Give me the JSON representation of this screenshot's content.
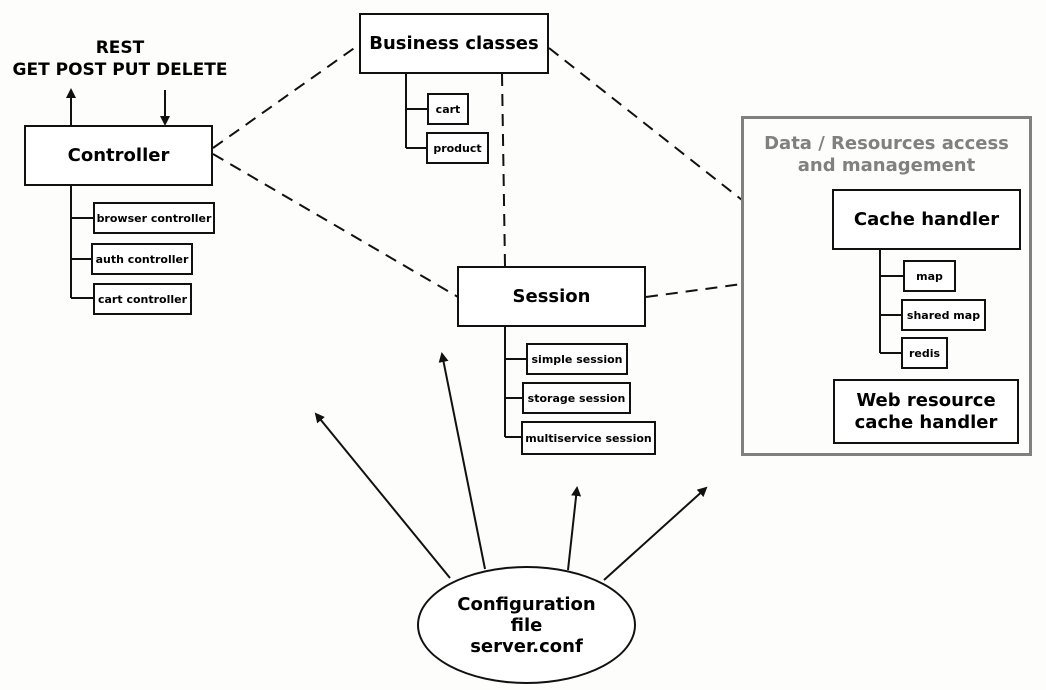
{
  "rest": {
    "title": "REST",
    "methods": "GET POST PUT DELETE"
  },
  "controller": {
    "title": "Controller",
    "children": [
      "browser controller",
      "auth controller",
      "cart controller"
    ]
  },
  "business": {
    "title": "Business classes",
    "children": [
      "cart",
      "product"
    ]
  },
  "session": {
    "title": "Session",
    "children": [
      "simple session",
      "storage session",
      "multiservice session"
    ]
  },
  "data_group": {
    "title_line1": "Data / Resources access",
    "title_line2": "and management",
    "cache": {
      "title": "Cache handler",
      "children": [
        "map",
        "shared map",
        "redis"
      ]
    },
    "web_cache": {
      "title_line1": "Web resource",
      "title_line2": "cache handler"
    }
  },
  "config": {
    "line1": "Configuration",
    "line2": "file",
    "line3": "server.conf"
  },
  "colors": {
    "line": "#111111",
    "group_border": "#808080",
    "background": "#fdfdfb"
  }
}
